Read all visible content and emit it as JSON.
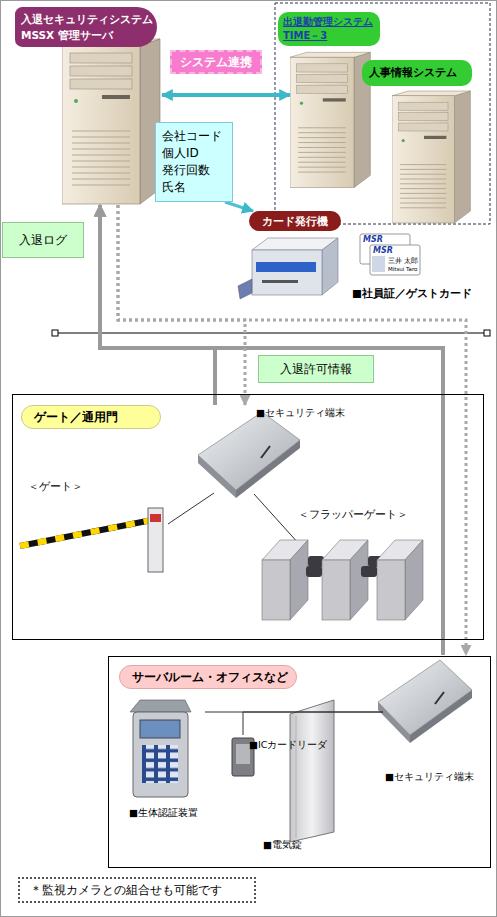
{
  "diagram": {
    "nodes": [
      {
        "text": [
          "入退セキュリティシステム MSSX 管理サーバ"
        ]
      },
      {
        "text": [
          "出退勤管理システム TIME－3"
        ]
      },
      {
        "text": [
          "人事情報システム"
        ]
      },
      {
        "text": [
          "会社コード 個人ID 発行回数 氏名"
        ]
      },
      {
        "text": [
          "カード発行機"
        ]
      },
      {
        "text": [
          "■社員証／ゲストカード"
        ]
      },
      {
        "text": [
          "ゲート／通用門"
        ]
      },
      {
        "text": [
          "■セキュリティ端末"
        ],
        "in": 6
      },
      {
        "text": [
          "サーバルーム・オフィスなど"
        ]
      },
      {
        "text": [
          "■生体認証装置"
        ],
        "in": 8
      },
      {
        "text": [
          "■ICカードリーダ"
        ],
        "in": 8
      },
      {
        "text": [
          "■電気錠"
        ],
        "in": 8
      },
      {
        "text": [
          "■セキュリティ端末"
        ],
        "in": 8
      },
      {
        "text": [
          "＊監視カメラとの組合せも可能です"
        ]
      }
    ],
    "edges": [
      {
        "from": 0,
        "to": 1,
        "label": "システム連携",
        "arrow": "both"
      },
      {
        "from": 3,
        "to": 4,
        "arrow": "to"
      },
      {
        "from": 7,
        "to": 0,
        "label": "入退ログ",
        "arrow": "to"
      },
      {
        "from": 12,
        "to": 0,
        "arrow": "to"
      },
      {
        "from": 0,
        "to": 7,
        "label": "入退許可情報",
        "arrow": "to"
      },
      {
        "from": 0,
        "to": 12,
        "arrow": "to"
      },
      {
        "from": 12,
        "to": 9,
        "arrow": "none"
      },
      {
        "from": 12,
        "to": 10,
        "arrow": "none"
      }
    ],
    "labels": [
      "MSR",
      "MSR",
      "三井 太郎",
      "Mitsui Taro",
      "＜ゲート＞",
      "＜フラッパーゲート＞"
    ]
  }
}
